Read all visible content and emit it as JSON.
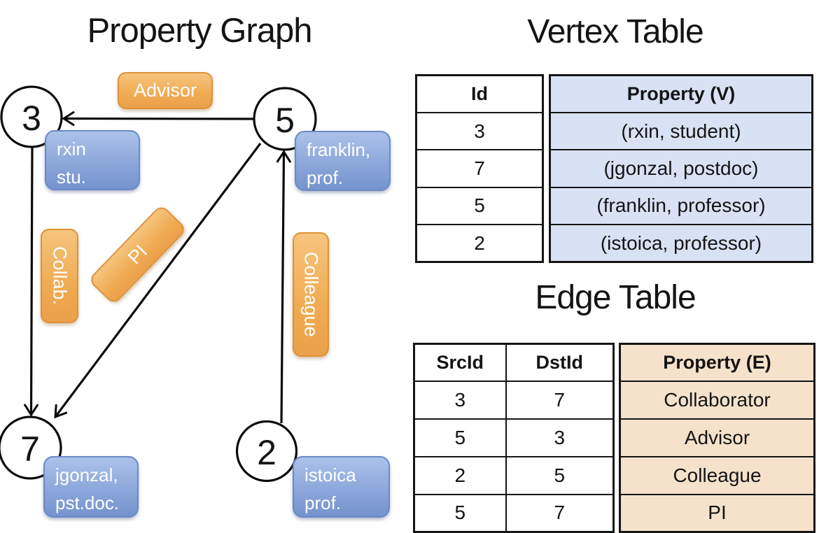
{
  "graph": {
    "title": "Property Graph",
    "nodes": [
      {
        "id": "3",
        "line1": "rxin",
        "line2": "stu."
      },
      {
        "id": "5",
        "line1": "franklin,",
        "line2": "prof."
      },
      {
        "id": "7",
        "line1": "jgonzal,",
        "line2": "pst.doc."
      },
      {
        "id": "2",
        "line1": "istoica",
        "line2": "prof."
      }
    ],
    "edges": [
      {
        "label": "Advisor"
      },
      {
        "label": "Collab."
      },
      {
        "label": "PI"
      },
      {
        "label": "Colleague"
      }
    ]
  },
  "vertex_table": {
    "title": "Vertex Table",
    "columns": [
      "Id",
      "Property (V)"
    ],
    "rows": [
      [
        "3",
        "(rxin, student)"
      ],
      [
        "7",
        "(jgonzal, postdoc)"
      ],
      [
        "5",
        "(franklin, professor)"
      ],
      [
        "2",
        "(istoica, professor)"
      ]
    ]
  },
  "edge_table": {
    "title": "Edge Table",
    "columns": [
      "SrcId",
      "DstId",
      "Property (E)"
    ],
    "rows": [
      [
        "3",
        "7",
        "Collaborator"
      ],
      [
        "5",
        "3",
        "Advisor"
      ],
      [
        "2",
        "5",
        "Colleague"
      ],
      [
        "5",
        "7",
        "PI"
      ]
    ]
  },
  "colors": {
    "edge_label_orange_top": "#f6c47e",
    "edge_label_orange_bottom": "#eba04a",
    "vertex_label_blue_top": "#abc2e9",
    "vertex_label_blue_bottom": "#7493cd",
    "vertex_table_property_fill": "#d9e2f4",
    "edge_table_property_fill": "#f6e2ca",
    "line_color": "#0a0a0a"
  }
}
